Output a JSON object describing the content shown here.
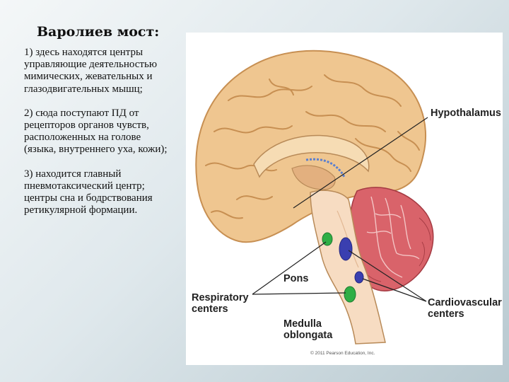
{
  "slide": {
    "title": "Варолиев мост:",
    "points": [
      "1) здесь находятся центры управляющие деятельностью мимических, жевательных и глазодвигательных мышц;",
      "2) сюда поступают ПД от рецепторов органов чувств, расположенных на голове (языка, внутреннего уха, кожи);",
      "3) находится главный пневмотаксический центр;   центры сна и бодрствования ретикулярной формации."
    ]
  },
  "figure": {
    "labels": {
      "hypothalamus": "Hypothalamus",
      "pons": "Pons",
      "respiratory_centers": "Respiratory\ncenters",
      "cardiovascular_centers": "Cardiovascular\ncenters",
      "medulla_oblongata": "Medulla\noblongata"
    },
    "copyright": "© 2011 Pearson Education, Inc.",
    "colors": {
      "cortex": "#efc690",
      "cortex_edge": "#c78f52",
      "cerebellum": "#d9636a",
      "respiratory_center": "#2fae45",
      "cardiovascular_center": "#3a3fb0"
    }
  }
}
